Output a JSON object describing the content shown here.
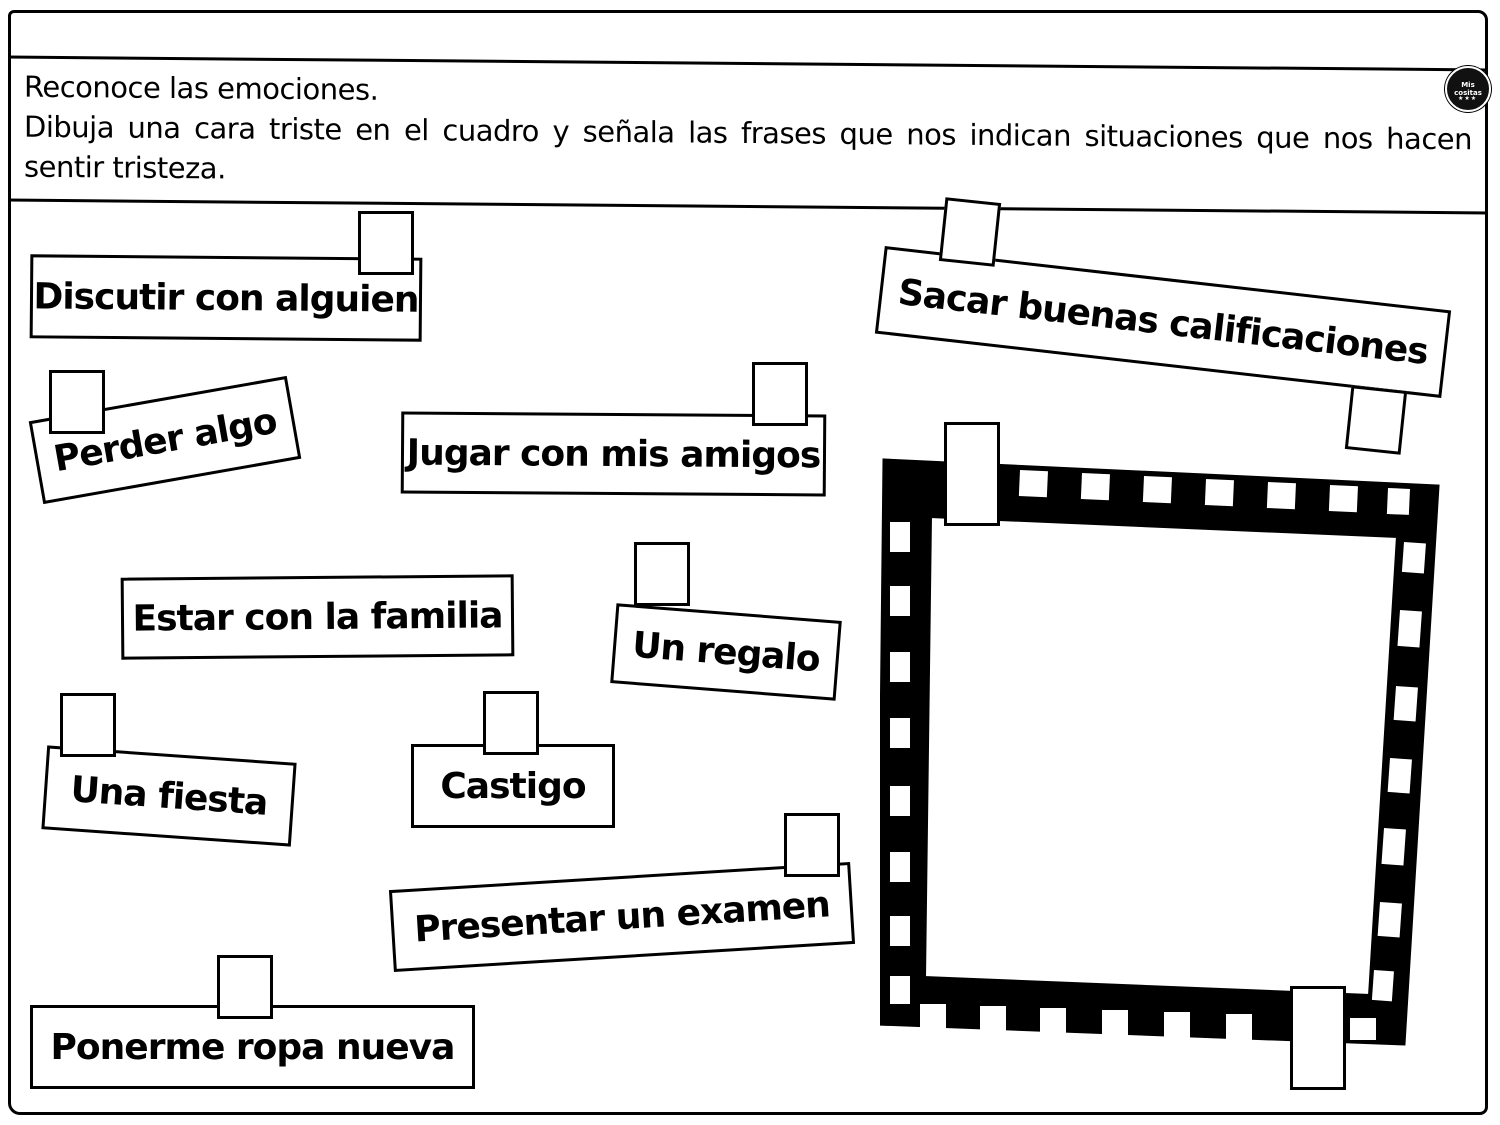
{
  "instructions": {
    "line1": "Reconoce las emociones.",
    "line2": "Dibuja una cara triste en el cuadro y señala las frases que nos indican situaciones que nos hacen sentir tristeza."
  },
  "logo": {
    "text": "Mis cositas"
  },
  "phrases": [
    {
      "id": "discutir",
      "label": "Discutir con alguien"
    },
    {
      "id": "sacar",
      "label": "Sacar buenas calificaciones"
    },
    {
      "id": "perder",
      "label": "Perder algo"
    },
    {
      "id": "jugar",
      "label": "Jugar con mis amigos"
    },
    {
      "id": "estar",
      "label": "Estar con la familia"
    },
    {
      "id": "regalo",
      "label": "Un regalo"
    },
    {
      "id": "fiesta",
      "label": "Una fiesta"
    },
    {
      "id": "castigo",
      "label": "Castigo"
    },
    {
      "id": "examen",
      "label": "Presentar un examen"
    },
    {
      "id": "ropa",
      "label": "Ponerme ropa nueva"
    }
  ],
  "colors": {
    "ink": "#000000",
    "paper": "#ffffff"
  }
}
